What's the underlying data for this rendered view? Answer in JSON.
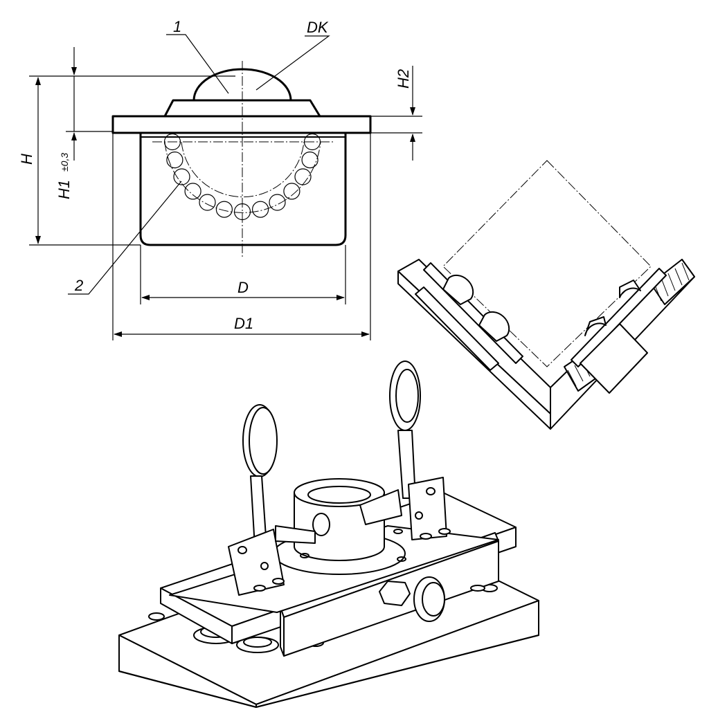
{
  "labels": {
    "part1": "1",
    "part2": "2",
    "dk": "DK",
    "h": "H",
    "h1": "H1",
    "h1_tol": "±0,3",
    "h2": "H2",
    "d": "D",
    "d1": "D1"
  }
}
